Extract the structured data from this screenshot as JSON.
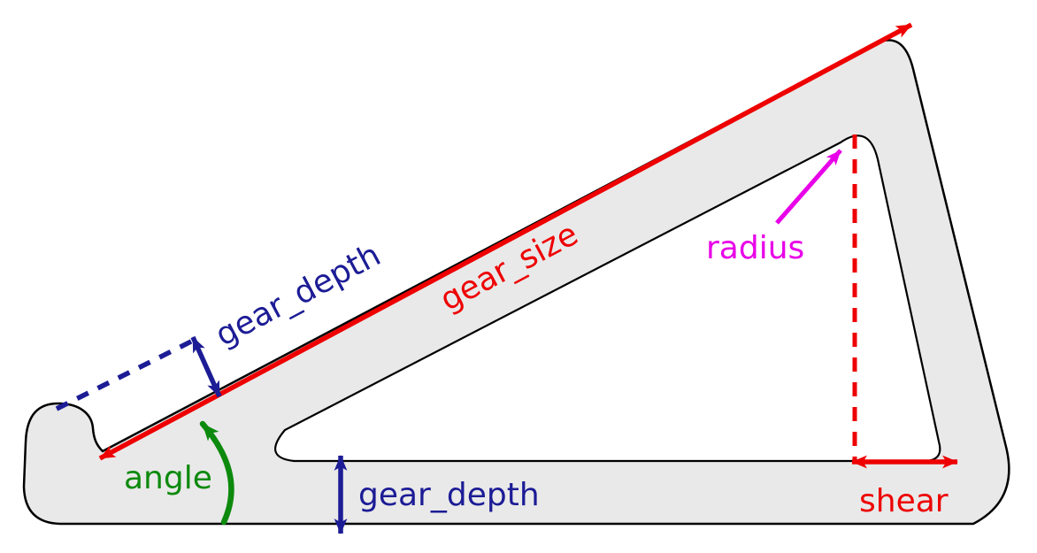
{
  "labels": {
    "gear_depth_diagonal": "gear_depth",
    "gear_size": "gear_size",
    "radius": "radius",
    "angle": "angle",
    "gear_depth_bottom": "gear_depth",
    "shear": "shear"
  },
  "colors": {
    "background": "#ffffff",
    "shape_fill": "#e9e9e9",
    "outline": "#000000",
    "red": "#ee0000",
    "navy": "#1c1c96",
    "green": "#0d8a0d",
    "magenta": "#e800e8"
  }
}
